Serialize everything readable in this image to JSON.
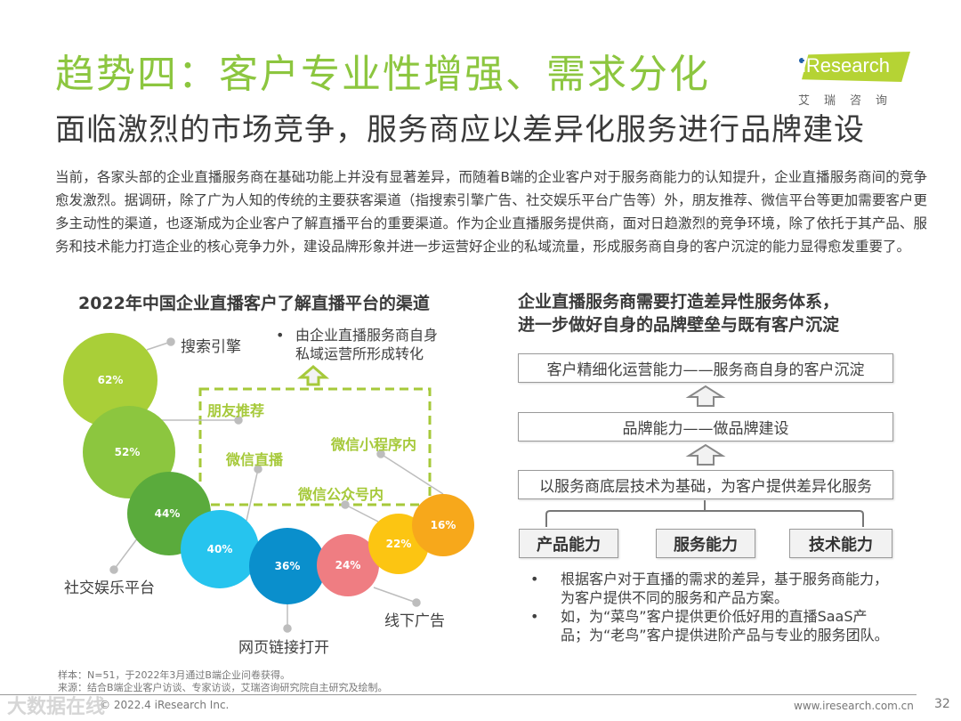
{
  "header": {
    "title": "趋势四：客户专业性增强、需求分化",
    "subtitle": "面临激烈的市场竞争，服务商应以差异化服务进行品牌建设",
    "logo_text": "iResearch",
    "logo_cn": "艾瑞咨询",
    "accent_color": "#8cc63f"
  },
  "intro": "当前，各家头部的企业直播服务商在基础功能上并没有显著差异，而随着B端的企业客户对于服务商能力的认知提升，企业直播服务商间的竞争愈发激烈。据调研，除了广为人知的传统的主要获客渠道（指搜索引擎广告、社交娱乐平台广告等）外，朋友推荐、微信平台等更加需要客户更多主动性的渠道，也逐渐成为企业客户了解直播平台的重要渠道。作为企业直播服务提供商，面对日趋激烈的竞争环境，除了依托于其产品、服务和技术能力打造企业的核心竞争力外，建设品牌形象并进一步运营好企业的私域流量，形成服务商自身的客户沉淀的能力显得愈发重要了。",
  "left": {
    "title": "2022年中国企业直播客户了解直播平台的渠道",
    "note_bullet": "•",
    "note_line1": "由企业直播服务商自身",
    "note_line2": "私域运营所形成转化",
    "bubbles": [
      {
        "label": "搜索引擎",
        "value": "62%",
        "color": "#a9cf38"
      },
      {
        "label": "朋友推荐",
        "value": "52%",
        "color": "#8cc63f"
      },
      {
        "label": "社交娱乐平台",
        "value": "44%",
        "color": "#5aab3c"
      },
      {
        "label": "微信直播",
        "value": "40%",
        "color": "#26c4ee"
      },
      {
        "label": "网页链接打开",
        "value": "36%",
        "color": "#0a8fcc"
      },
      {
        "label": "线下广告",
        "value": "24%",
        "color": "#ef7d82"
      },
      {
        "label": "微信公众号内",
        "value": "22%",
        "color": "#fcc512"
      },
      {
        "label": "微信小程序内",
        "value": "16%",
        "color": "#f7a81b"
      }
    ]
  },
  "chart_data": {
    "type": "bubble",
    "title": "2022年中国企业直播客户了解直播平台的渠道",
    "categories": [
      "搜索引擎",
      "朋友推荐",
      "社交娱乐平台",
      "微信直播",
      "网页链接打开",
      "线下广告",
      "微信公众号内",
      "微信小程序内"
    ],
    "values": [
      62,
      52,
      44,
      40,
      36,
      24,
      22,
      16
    ],
    "unit": "%",
    "annotations": [
      "由企业直播服务商自身私域运营所形成转化（朋友推荐、微信直播、微信公众号内、微信小程序内）"
    ],
    "highlighted_group": [
      "朋友推荐",
      "微信直播",
      "微信公众号内",
      "微信小程序内"
    ]
  },
  "right": {
    "title_line1": "企业直播服务商需要打造差异性服务体系，",
    "title_line2": "进一步做好自身的品牌壁垒与既有客户沉淀",
    "box_top": "客户精细化运营能力——服务商自身的客户沉淀",
    "box_mid": "品牌能力——做品牌建设",
    "box_base": "以服务商底层技术为基础，为客户提供差异化服务",
    "capabilities": [
      "产品能力",
      "服务能力",
      "技术能力"
    ],
    "bullets": [
      "根据客户对于直播的需求的差异，基于服务商能力，为客户提供不同的服务和产品方案。",
      "如，为“菜鸟”客户提供更价低好用的直播SaaS产品；为“老鸟”客户提供进阶产品与专业的服务团队。"
    ]
  },
  "footer": {
    "sample": "样本：N=51，于2022年3月通过B端企业问卷获得。",
    "source": "来源：结合B端企业客户访谈、专家访谈，艾瑞咨询研究院自主研究及绘制。",
    "copyright": "© 2022.4 iResearch Inc.",
    "website": "www.iresearch.com.cn",
    "page": "32",
    "watermark": "大数据在线"
  }
}
